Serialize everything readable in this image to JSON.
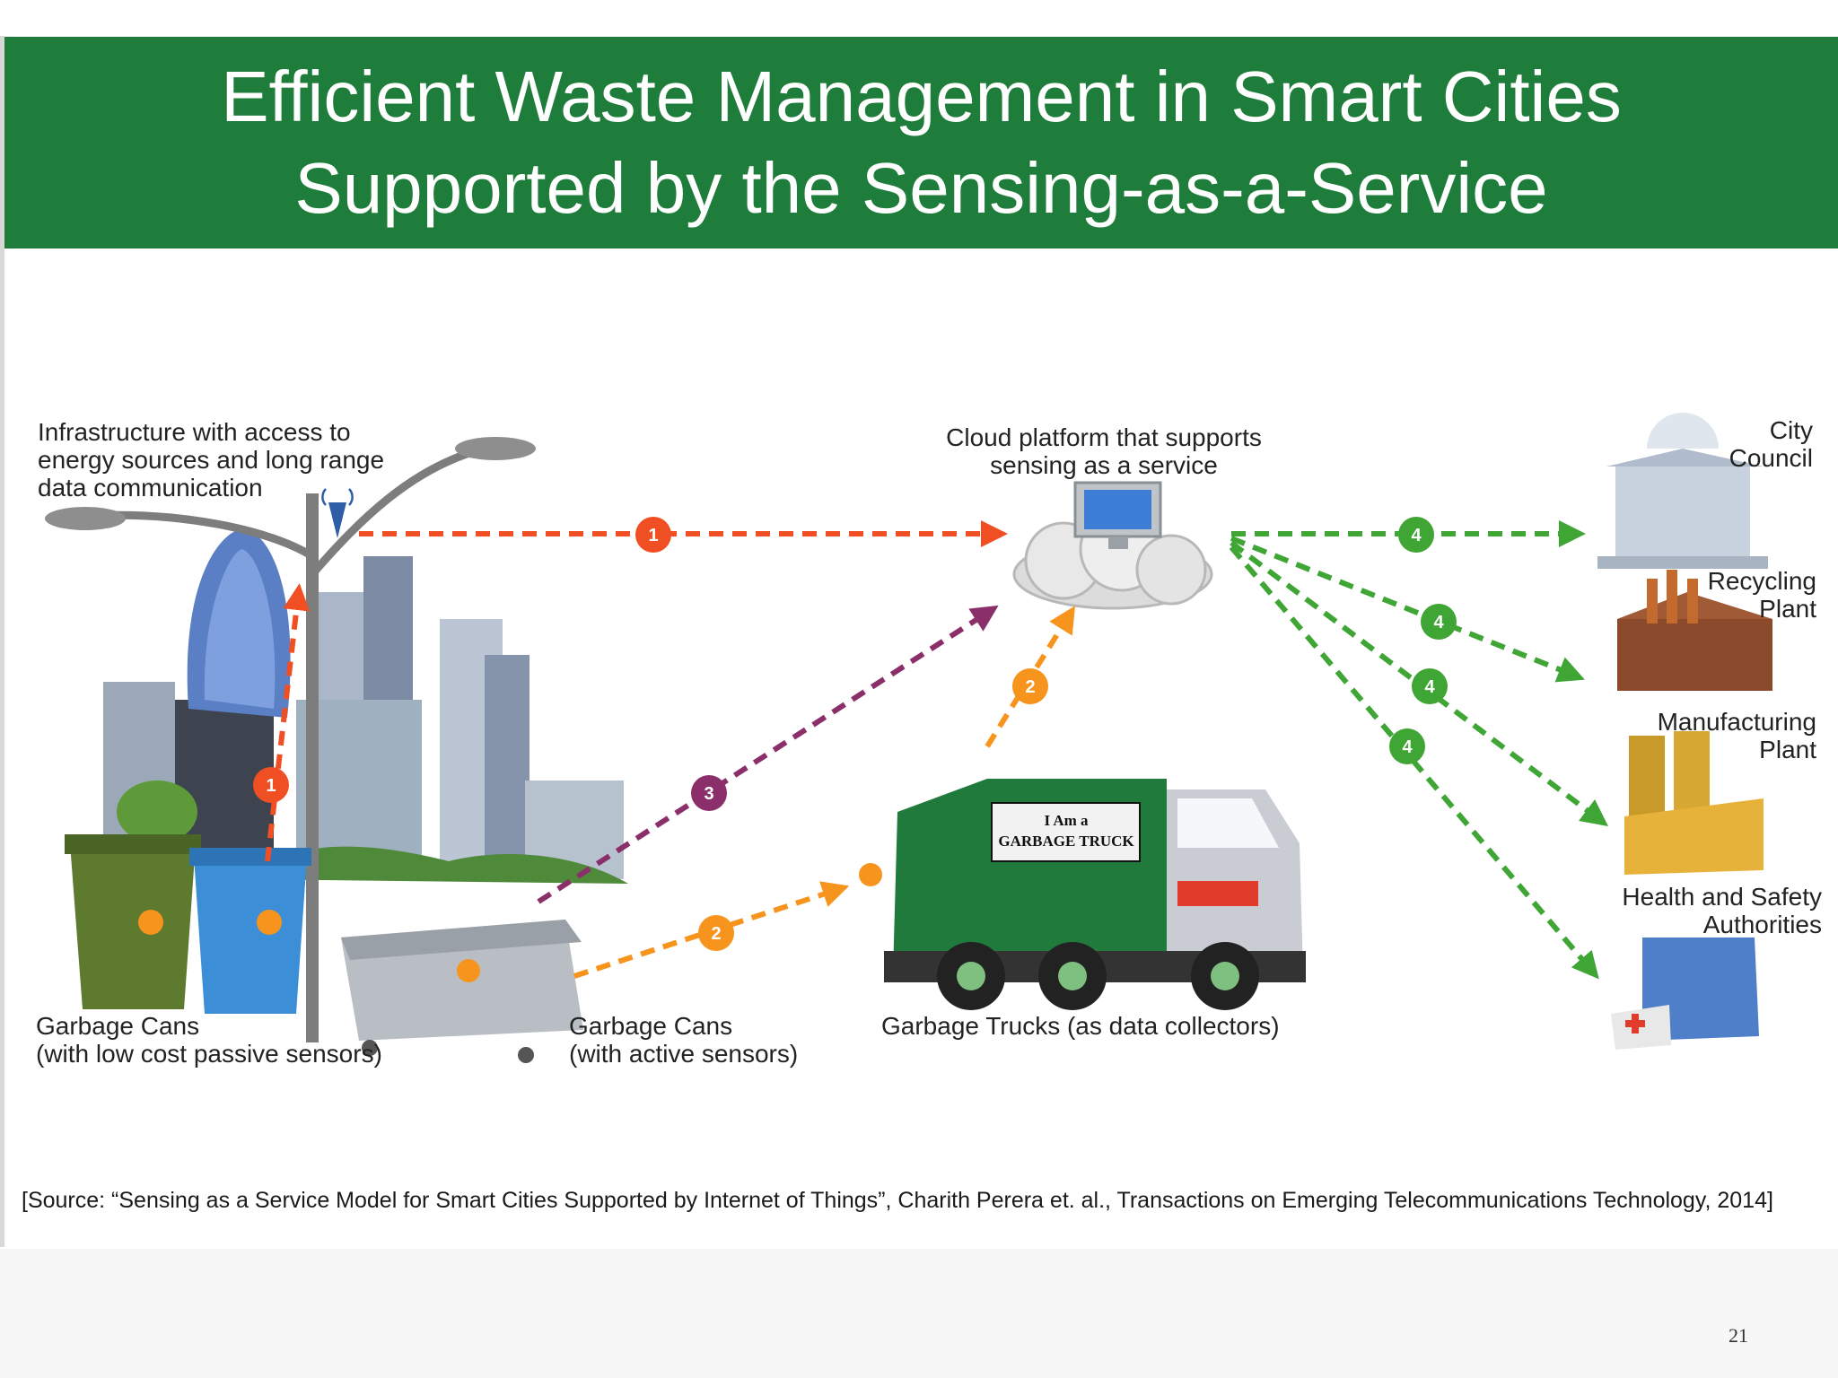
{
  "title": {
    "line1": "Efficient Waste Management in Smart Cities",
    "line2": "Supported by the Sensing-as-a-Service"
  },
  "labels": {
    "infrastructure": [
      "Infrastructure with access to",
      "energy sources and long range",
      "data communication"
    ],
    "cloud": [
      "Cloud platform that supports",
      "sensing as a service"
    ],
    "passive_cans": [
      "Garbage Cans",
      "(with low cost passive sensors)"
    ],
    "active_cans": [
      "Garbage Cans",
      "(with active sensors)"
    ],
    "trucks": "Garbage Trucks (as data collectors)",
    "city_council": [
      "City",
      "Council"
    ],
    "recycling": [
      "Recycling",
      "Plant"
    ],
    "manufacturing": [
      "Manufacturing",
      "Plant"
    ],
    "health": [
      "Health and Safety",
      "Authorities"
    ]
  },
  "truck_sign": [
    "I Am a",
    "GARBAGE TRUCK"
  ],
  "markers": {
    "one": "1",
    "two": "2",
    "three": "3",
    "four": "4"
  },
  "colors": {
    "title_bar": "#1e7d3a",
    "flow_1": "#f04e23",
    "flow_2": "#f7941d",
    "flow_3": "#8b2f6b",
    "flow_4": "#3fa535"
  },
  "icons": [
    "street-lamp-icon",
    "wifi-antenna-icon",
    "city-skyline-icon",
    "garbage-can-icon",
    "dumpster-icon",
    "garbage-truck-icon",
    "cloud-computer-icon",
    "city-council-icon",
    "recycling-plant-icon",
    "manufacturing-plant-icon",
    "hospital-icon"
  ],
  "source": "[Source: “Sensing as a Service Model for Smart Cities Supported by Internet of Things”, Charith Perera et. al., Transactions on Emerging Telecommunications Technology, 2014]",
  "page_number": "21"
}
